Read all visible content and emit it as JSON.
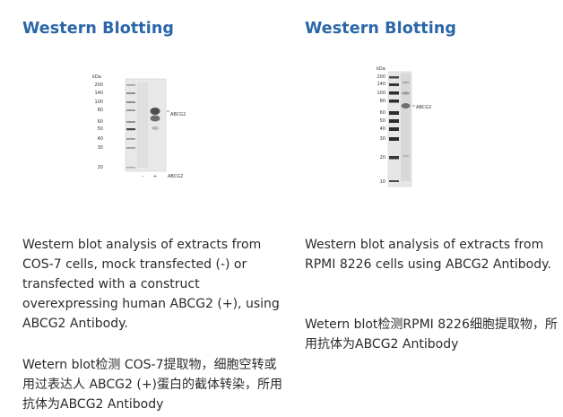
{
  "left": {
    "heading": "Western Blotting",
    "blot": {
      "unit": "kDa",
      "markers": [
        "200",
        "140",
        "100",
        "80",
        "60",
        "50",
        "40",
        "30",
        "20"
      ],
      "band_label": "ABCG2",
      "lane_labels": [
        "–",
        "+"
      ],
      "lane_caption": "ABCG2"
    },
    "desc_en": "Western blot analysis of extracts from COS-7 cells, mock transfected (-) or transfected with a construct overexpressing human ABCG2 (+), using ABCG2 Antibody.",
    "desc_zh": "Wetern blot检测 COS-7提取物，细胞空转或用过表达人 ABCG2 (+)蛋白的截体转染，所用抗体为ABCG2 Antibody"
  },
  "right": {
    "heading": "Western Blotting",
    "blot": {
      "unit": "kDa",
      "markers": [
        "200",
        "140",
        "100",
        "80",
        "60",
        "50",
        "40",
        "30",
        "20",
        "10"
      ],
      "band_label": "ABCG2"
    },
    "desc_en": "Western blot analysis of extracts from RPMI 8226 cells using ABCG2 Antibody.",
    "desc_zh": "Wetern blot检测RPMI 8226细胞提取物，所用抗体为ABCG2 Antibody"
  }
}
